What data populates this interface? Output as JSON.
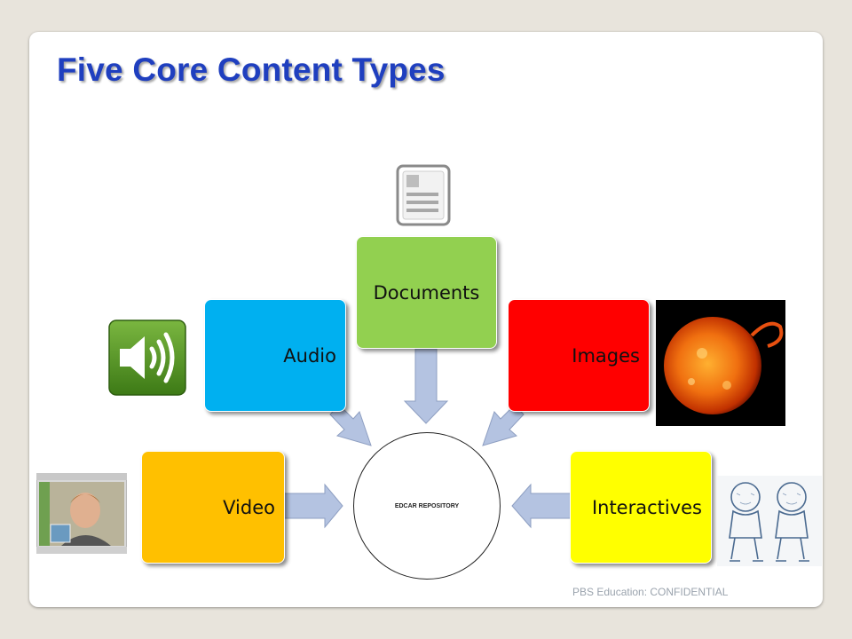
{
  "slide": {
    "title": "Five Core Content Types",
    "footer": "PBS Education:  CONFIDENTIAL"
  },
  "diagram": {
    "center": "EDCAR REPOSITORY",
    "nodes": [
      {
        "id": "video",
        "label": "Video",
        "color": "#ffc000"
      },
      {
        "id": "audio",
        "label": "Audio",
        "color": "#00b0f0"
      },
      {
        "id": "documents",
        "label": "Documents",
        "color": "#92d050"
      },
      {
        "id": "images",
        "label": "Images",
        "color": "#ff0000"
      },
      {
        "id": "interactives",
        "label": "Interactives",
        "color": "#ffff00"
      }
    ],
    "arrow_color": "#b4c3e1",
    "icons": [
      "speaker-icon",
      "document-icon",
      "sun-image",
      "video-call-screenshot",
      "sketch-drawing"
    ]
  }
}
